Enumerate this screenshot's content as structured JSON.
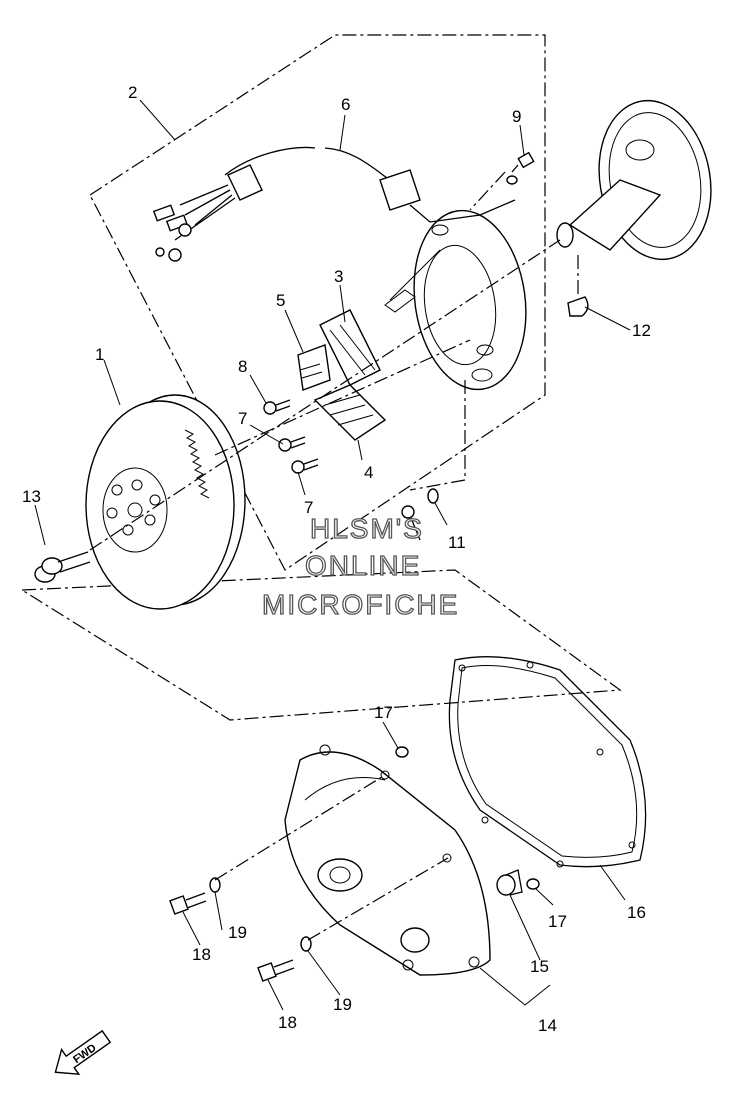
{
  "callouts": [
    {
      "id": "1",
      "text": "1"
    },
    {
      "id": "2",
      "text": "2"
    },
    {
      "id": "3",
      "text": "3"
    },
    {
      "id": "4",
      "text": "4"
    },
    {
      "id": "5",
      "text": "5"
    },
    {
      "id": "6",
      "text": "6"
    },
    {
      "id": "7a",
      "text": "7"
    },
    {
      "id": "7b",
      "text": "7"
    },
    {
      "id": "8",
      "text": "8"
    },
    {
      "id": "9",
      "text": "9"
    },
    {
      "id": "11",
      "text": "11"
    },
    {
      "id": "12",
      "text": "12"
    },
    {
      "id": "13",
      "text": "13"
    },
    {
      "id": "14",
      "text": "14"
    },
    {
      "id": "15",
      "text": "15"
    },
    {
      "id": "16",
      "text": "16"
    },
    {
      "id": "17a",
      "text": "17"
    },
    {
      "id": "17b",
      "text": "17"
    },
    {
      "id": "18a",
      "text": "18"
    },
    {
      "id": "18b",
      "text": "18"
    },
    {
      "id": "19a",
      "text": "19"
    },
    {
      "id": "19b",
      "text": "19"
    }
  ],
  "watermark": {
    "line1": "HLSM'S",
    "line2": "ONLINE",
    "line3": "MICROFICHE"
  },
  "direction_arrow": {
    "label": "FWD",
    "icon": "fwd-arrow-icon"
  }
}
